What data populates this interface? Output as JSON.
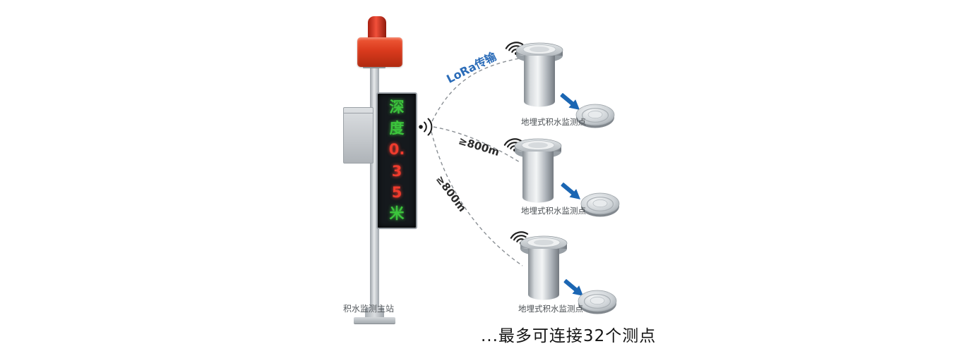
{
  "station": {
    "label": "积水监测主站",
    "display": {
      "rows": [
        {
          "text": "深",
          "color": "#3cc43c"
        },
        {
          "text": "度",
          "color": "#3cc43c"
        },
        {
          "text": "0.",
          "color": "#ef3b2d"
        },
        {
          "text": "3",
          "color": "#ef3b2d"
        },
        {
          "text": "5",
          "color": "#ef3b2d"
        },
        {
          "text": "米",
          "color": "#3cc43c"
        }
      ]
    }
  },
  "links": {
    "lora": {
      "label": "LoRa传输",
      "color": "#2b6cb8"
    },
    "range1": {
      "label": "≥800m",
      "color": "#2b2b2b"
    },
    "range2": {
      "label": "≥800m",
      "color": "#2b2b2b"
    }
  },
  "sensors": [
    {
      "label": "地埋式积水监测点"
    },
    {
      "label": "地埋式积水监测点"
    },
    {
      "label": "地埋式积水监测点"
    }
  ],
  "footer": {
    "text": "...最多可连接32个测点"
  },
  "icons": {
    "alarm": "alarm-beacon-icon",
    "wireless": "wireless-waves-icon",
    "wifi": "wifi-icon",
    "arrow": "blue-arrow-icon"
  },
  "colors": {
    "arrow_blue": "#1b66b3",
    "alarm_red": "#d93a1d",
    "pole_gray": "#c3c8cd",
    "dash_gray": "#8a8f94"
  }
}
